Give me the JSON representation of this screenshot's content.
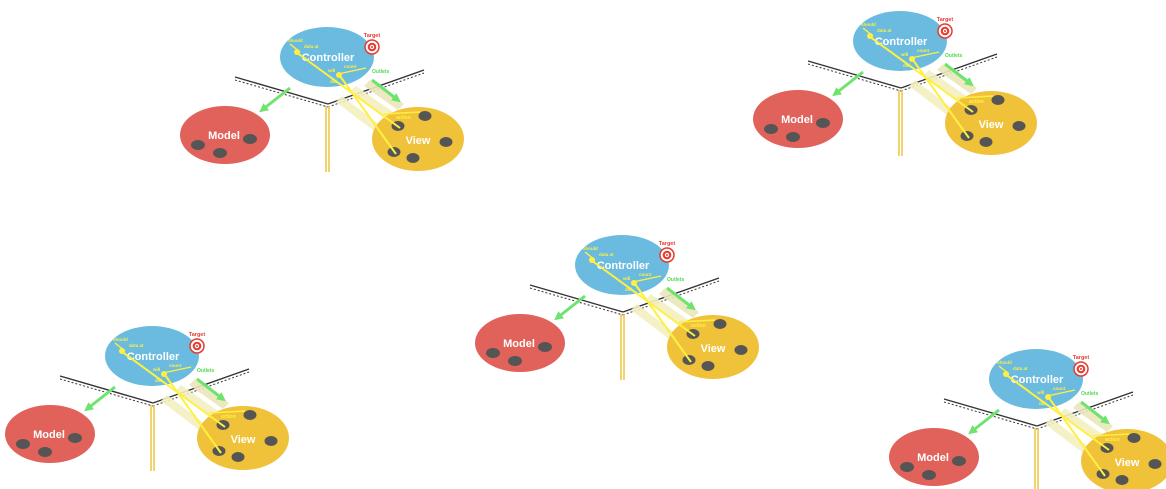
{
  "labels": {
    "controller": "Controller",
    "model": "Model",
    "view": "View",
    "target": "Target",
    "outlets": "Outlets",
    "action": "action",
    "should": "should",
    "data_at": "data at",
    "will": "will",
    "count": "count",
    "did": "did"
  },
  "colors": {
    "controller": "#6BBBE0",
    "model": "#E0625A",
    "view": "#F0C23A",
    "dots": "#555555",
    "arrow": "#6EE36E",
    "line": "#FFF040",
    "target": "#E53A2E",
    "outlets_text": "#4ED84E"
  },
  "diagrams": [
    {
      "id": "diagram-1"
    },
    {
      "id": "diagram-2"
    },
    {
      "id": "diagram-3"
    },
    {
      "id": "diagram-4"
    },
    {
      "id": "diagram-5"
    }
  ]
}
